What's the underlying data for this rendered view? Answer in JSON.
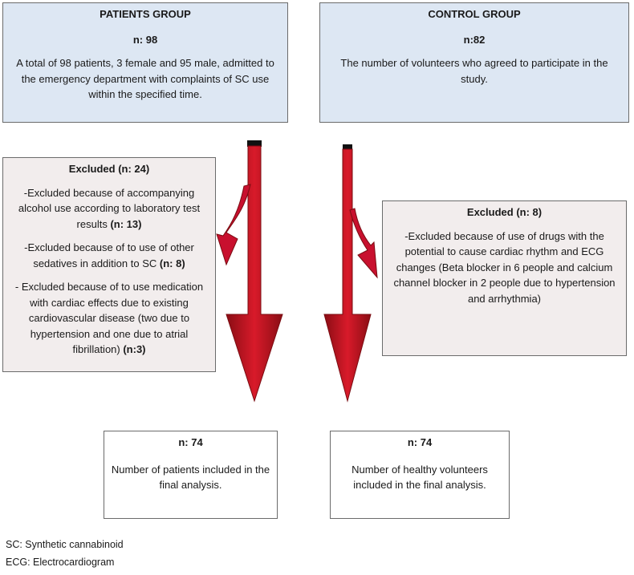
{
  "patients": {
    "title": "PATIENTS GROUP",
    "count": "n: 98",
    "description": "A total of 98 patients, 3 female and 95 male, admitted to the emergency department with complaints of SC use within the specified time."
  },
  "control": {
    "title": "CONTROL GROUP",
    "count": "n:82",
    "description": "The number of volunteers who agreed to participate in the study."
  },
  "excluded_patients": {
    "title": "Excluded (n: 24)",
    "reasons": [
      {
        "text": "-Excluded because of accompanying alcohol use according to laboratory test results ",
        "count": "(n: 13)"
      },
      {
        "text": "-Excluded because of to use of other sedatives in addition to SC ",
        "count": "(n: 8)"
      },
      {
        "text": "- Excluded because of to use medication with cardiac effects due to existing cardiovascular disease (two due to hypertension and one due to atrial fibrillation) ",
        "count": "(n:3)"
      }
    ]
  },
  "excluded_control": {
    "title": "Excluded (n: 8)",
    "reason": "-Excluded because of use of drugs with the potential to cause cardiac rhythm and ECG changes (Beta blocker in 6 people and calcium channel blocker in 2 people due to hypertension and arrhythmia)"
  },
  "final_patients": {
    "count": "n: 74",
    "description": "Number of patients included in the final analysis."
  },
  "final_control": {
    "count": "n: 74",
    "description": "Number of healthy volunteers included in the final analysis."
  },
  "footnotes": [
    "SC:  Synthetic cannabinoid",
    "ECG:  Electrocardiogram"
  ],
  "colors": {
    "arrow_red": "#c8102e",
    "arrow_dark": "#7a0c12",
    "blue_box": "#dde7f3",
    "grey_box": "#f2eded"
  }
}
